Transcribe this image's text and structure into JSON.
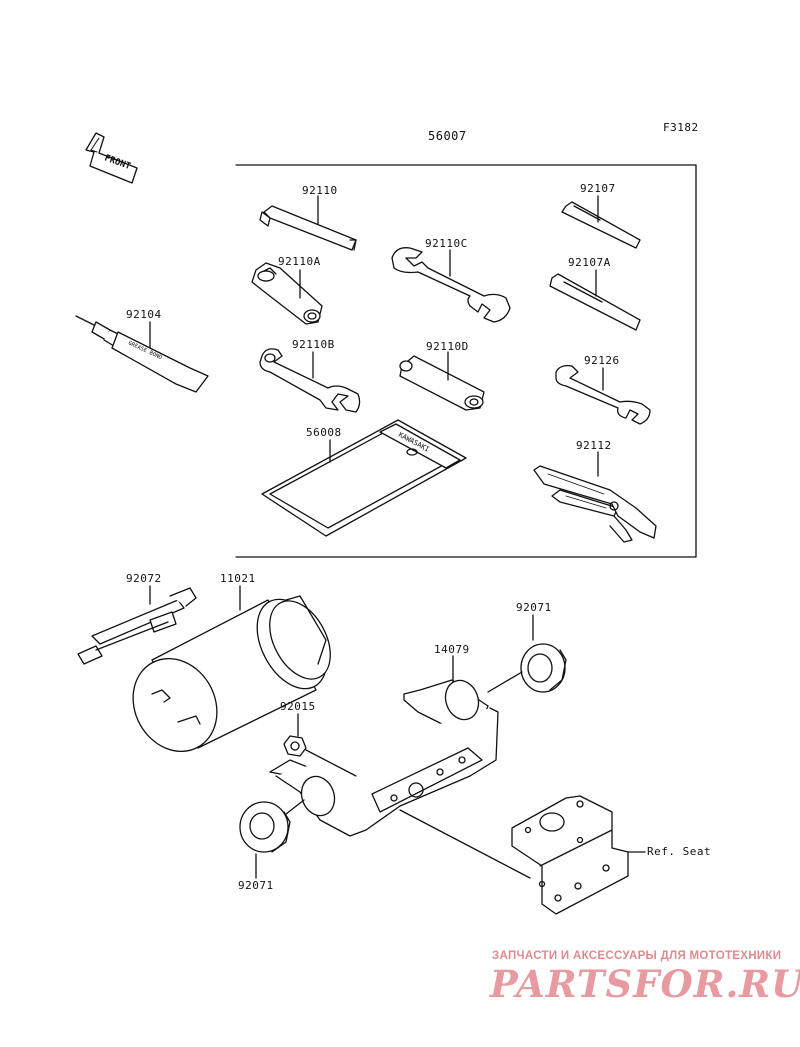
{
  "figure_code": "F3182",
  "kit_number": "56007",
  "front_arrow_text": "FRONT",
  "parts": {
    "p92110": "92110",
    "p92110A": "92110A",
    "p92110B": "92110B",
    "p92110C": "92110C",
    "p92110D": "92110D",
    "p92107": "92107",
    "p92107A": "92107A",
    "p92126": "92126",
    "p92112": "92112",
    "p56008": "56008",
    "p92104": "92104",
    "p92072": "92072",
    "p11021": "11021",
    "p92071_top": "92071",
    "p92071_bottom": "92071",
    "p14079": "14079",
    "p92015": "92015",
    "ref_seat": "Ref. Seat"
  },
  "stamp_texts": {
    "manual_tag": "KAWASAKI",
    "grease_tube": "GREASE BOND"
  },
  "watermark": {
    "tagline": "ЗАПЧАСТИ И АКСЕССУАРЫ ДЛЯ МОТОТЕХНИКИ",
    "brand": "PARTSFOR.RU"
  }
}
